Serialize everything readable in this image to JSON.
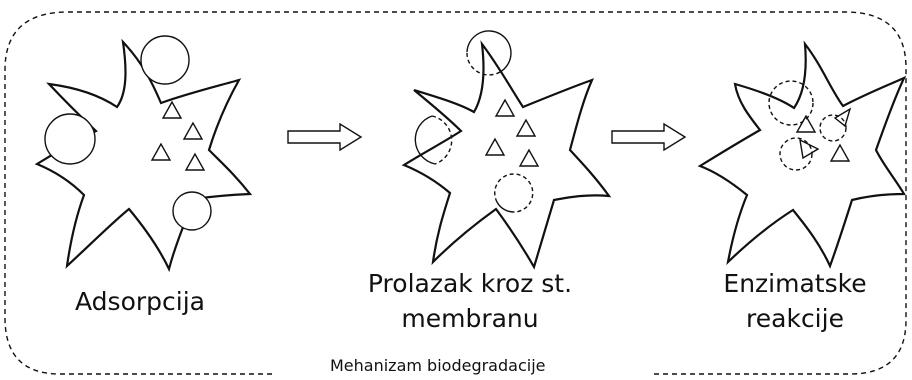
{
  "diagram": {
    "stages": [
      {
        "label": "Adsorpcija"
      },
      {
        "label_line1": "Prolazak kroz st.",
        "label_line2": "membranu"
      },
      {
        "label_line1": "Enzimatske",
        "label_line2": "reakcije"
      }
    ],
    "caption": "Mehanizam biodegradacije",
    "colors": {
      "stroke": "#111111",
      "background": "#ffffff"
    },
    "icons": [
      "cell-outline",
      "particle-circle",
      "triangle-marker",
      "right-arrow"
    ]
  }
}
